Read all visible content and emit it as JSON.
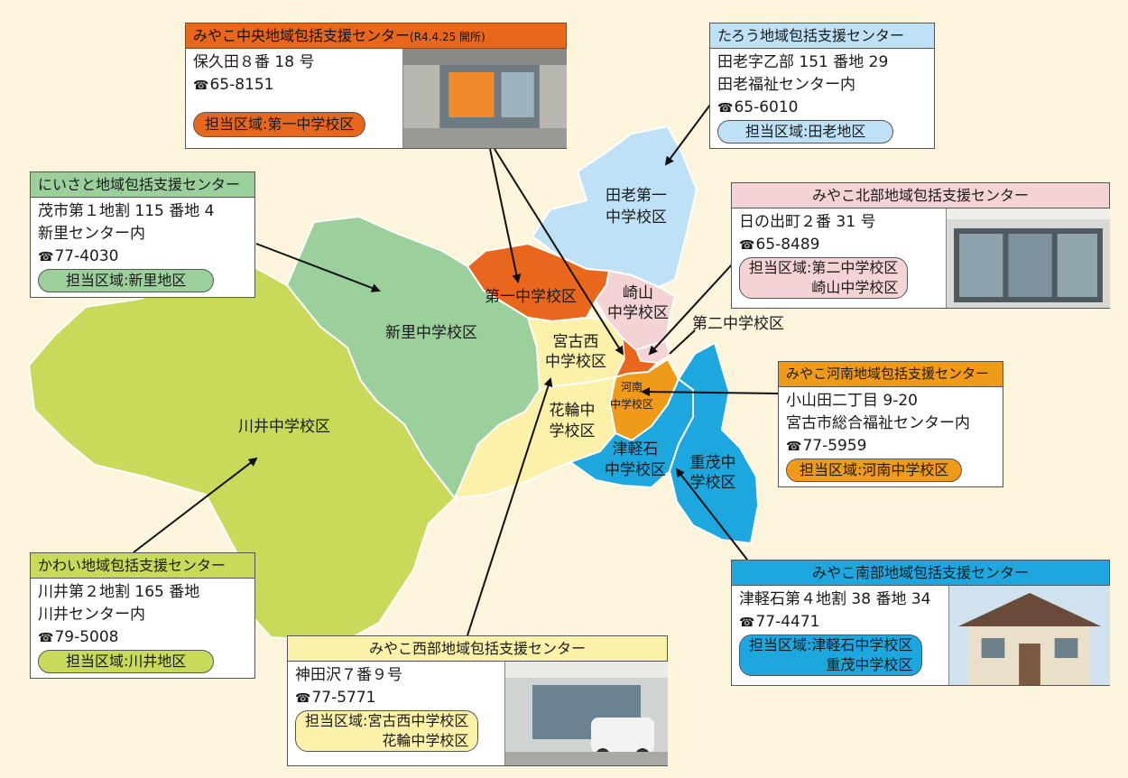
{
  "colors": {
    "background": "#fdf4dc",
    "niisato": "#9bcf9c",
    "kawai": "#c9da5a",
    "taro": "#bfe1f5",
    "dai1": "#e8671d",
    "sakiyama": "#f3d3d3",
    "miyakonishi": "#fbf1a8",
    "hanawa": "#fbf1a8",
    "konan": "#f09a1a",
    "tsugaruishi": "#1ea6df",
    "shigemo": "#1ea6df",
    "dai2": "#f3d3d3"
  },
  "zones": {
    "kawai": "川井中学校区",
    "niisato": "新里中学校区",
    "taro_1": "田老第一",
    "taro_2": "中学校区",
    "dai1": "第一中学校区",
    "sakiyama_1": "崎山",
    "sakiyama_2": "中学校区",
    "dai2": "第二中学校区",
    "miyakonishi_1": "宮古西",
    "miyakonishi_2": "中学校区",
    "hanawa_1": "花輪中",
    "hanawa_2": "学校区",
    "konan_1": "河南",
    "konan_2": "中学校区",
    "tsugaruishi_1": "津軽石",
    "tsugaruishi_2": "中学校区",
    "shigemo_1": "重茂中",
    "shigemo_2": "学校区"
  },
  "centers": {
    "chuo": {
      "name": "みやこ中央地域包括支援センター",
      "note": "(R4.4.25 開所)",
      "address": "保久田８番 18 号",
      "tel": "65-8151",
      "area_prefix": "担当区域:",
      "areas": [
        "第一中学校区"
      ]
    },
    "taro": {
      "name": "たろう地域包括支援センター",
      "address": "田老字乙部 151 番地 29",
      "address2": "田老福祉センター内",
      "tel": "65-6010",
      "area_prefix": "担当区域:",
      "areas": [
        "田老地区"
      ]
    },
    "niisato": {
      "name": "にいさと地域包括支援センター",
      "address": "茂市第１地割 115 番地 4",
      "address2": "新里センター内",
      "tel": "77-4030",
      "area_prefix": "担当区域:",
      "areas": [
        "新里地区"
      ]
    },
    "hokubu": {
      "name": "みやこ北部地域包括支援センター",
      "address": "日の出町２番 31 号",
      "tel": "65-8489",
      "area_prefix": "担当区域:",
      "areas": [
        "第二中学校区",
        "崎山中学校区"
      ]
    },
    "konan": {
      "name": "みやこ河南地域包括支援センター",
      "address": "小山田二丁目 9-20",
      "address2": "宮古市総合福祉センター内",
      "tel": "77-5959",
      "area_prefix": "担当区域:",
      "areas": [
        "河南中学校区"
      ]
    },
    "kawai": {
      "name": "かわい地域包括支援センター",
      "address": "川井第２地割 165 番地",
      "address2": "川井センター内",
      "tel": "79-5008",
      "area_prefix": "担当区域:",
      "areas": [
        "川井地区"
      ]
    },
    "seibu": {
      "name": "みやこ西部地域包括支援センター",
      "address": "神田沢７番９号",
      "tel": "77-5771",
      "area_prefix": "担当区域:",
      "areas": [
        "宮古西中学校区",
        "花輪中学校区"
      ]
    },
    "nanbu": {
      "name": "みやこ南部地域包括支援センター",
      "address": "津軽石第４地割 38 番地 34",
      "tel": "77-4471",
      "area_prefix": "担当区域:",
      "areas": [
        "津軽石中学校区",
        "重茂中学校区"
      ]
    }
  }
}
